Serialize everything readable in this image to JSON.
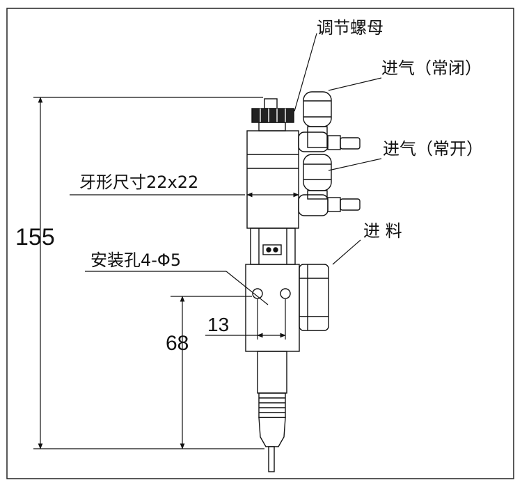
{
  "labels": {
    "adjust_nut": "调节螺母",
    "air_in_nc": "进气（常闭）",
    "air_in_no": "进气（常开）",
    "thread_size": "牙形尺寸22x22",
    "feed_in": "进 料",
    "mount_holes": "安装孔4-Φ5"
  },
  "dimensions": {
    "total_height": "155",
    "lower_height": "68",
    "hole_spacing": "13"
  },
  "colors": {
    "line": "#111111",
    "frame": "#222222",
    "background": "#ffffff"
  }
}
